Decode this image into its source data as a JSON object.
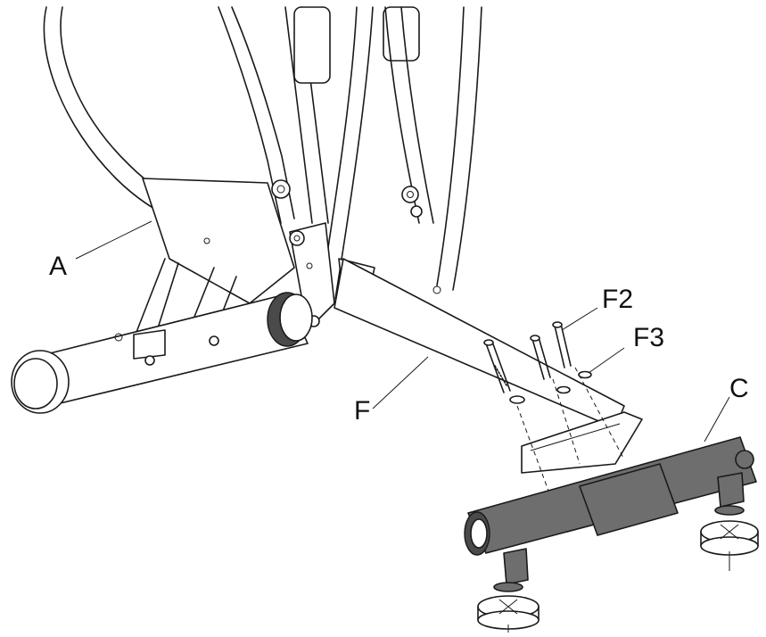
{
  "labels": {
    "frame": "A",
    "front_stabilizer": "C",
    "front_stabilizer_connector": "F",
    "bolt": "F2",
    "washer": "F3"
  }
}
